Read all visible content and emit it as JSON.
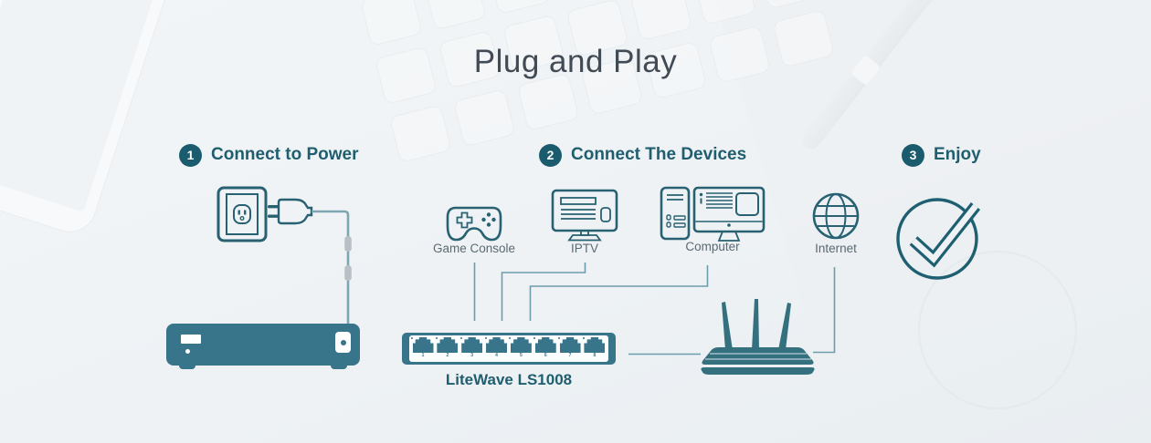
{
  "title": "Plug and Play",
  "steps": [
    {
      "number": "1",
      "label": "Connect to Power"
    },
    {
      "number": "2",
      "label": "Connect The Devices"
    },
    {
      "number": "3",
      "label": "Enjoy"
    }
  ],
  "devices": {
    "game_console": {
      "label": "Game Console"
    },
    "iptv": {
      "label": "IPTV"
    },
    "computer": {
      "label": "Computer"
    },
    "internet": {
      "label": "Internet"
    }
  },
  "switch": {
    "model": "LiteWave LS1008",
    "ports": [
      "1",
      "2",
      "3",
      "4",
      "5",
      "6",
      "7",
      "8"
    ]
  },
  "icons": {
    "step_badges": "numbered-circle-icon",
    "power": [
      "power-outlet-icon",
      "power-plug-icon"
    ],
    "devices": [
      "game-console-icon",
      "iptv-icon",
      "computer-icon",
      "internet-globe-icon"
    ],
    "result": "checkmark-circle-icon"
  },
  "colors": {
    "accent_teal": "#1f5e6f",
    "badge_fill": "#1b5b6e",
    "device_fill": "#38748a",
    "icon_stroke": "#276172",
    "connection_line": "#6d9dab",
    "cable": "#7ca6b1",
    "cable_tie_gray": "#b8c0c6",
    "title_text": "#414b55",
    "label_text": "#5a6a72",
    "background": "#eef2f5"
  }
}
